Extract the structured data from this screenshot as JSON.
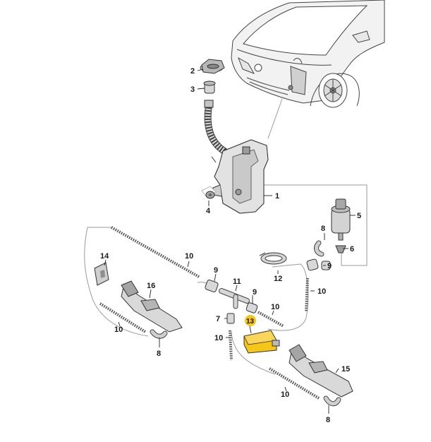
{
  "callouts": [
    {
      "id": "label-1",
      "text": "1"
    },
    {
      "id": "label-2",
      "text": "2"
    },
    {
      "id": "label-3",
      "text": "3"
    },
    {
      "id": "label-4",
      "text": "4"
    },
    {
      "id": "label-5",
      "text": "5"
    },
    {
      "id": "label-6",
      "text": "6"
    },
    {
      "id": "label-7",
      "text": "7"
    },
    {
      "id": "label-8",
      "text": "8"
    },
    {
      "id": "label-9",
      "text": "9"
    },
    {
      "id": "label-10",
      "text": "10"
    },
    {
      "id": "label-11",
      "text": "11"
    },
    {
      "id": "label-12",
      "text": "12"
    },
    {
      "id": "label-13",
      "text": "13"
    },
    {
      "id": "label-14",
      "text": "14"
    },
    {
      "id": "label-15",
      "text": "15"
    },
    {
      "id": "label-16",
      "text": "16"
    }
  ],
  "highlight": {
    "part": "13",
    "color": "#f5c518"
  }
}
